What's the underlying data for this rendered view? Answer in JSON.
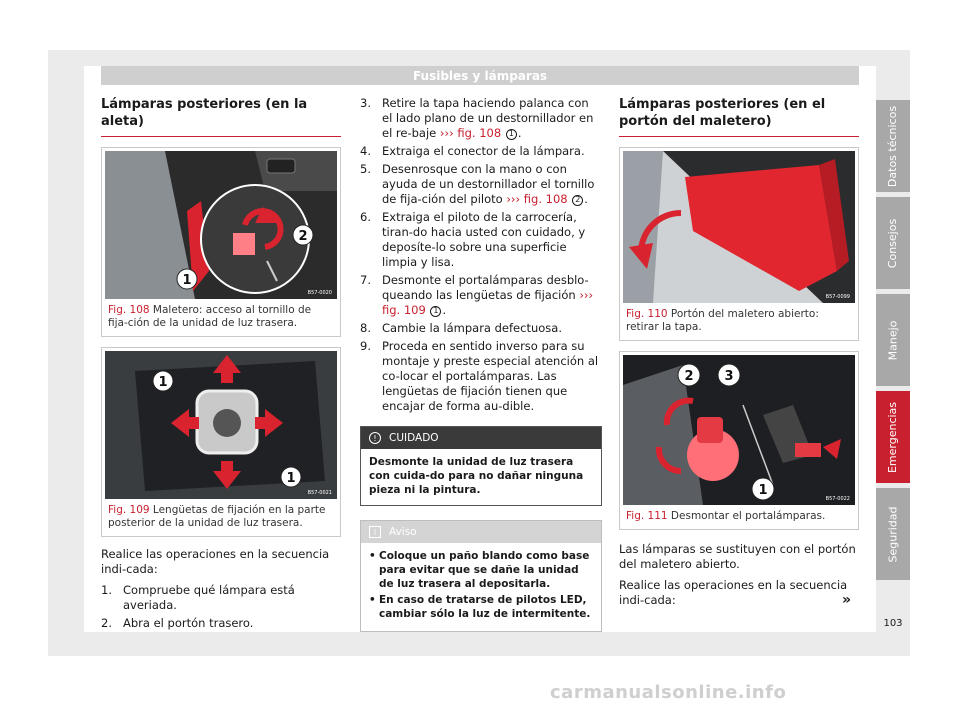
{
  "header": {
    "title": "Fusibles y lámparas"
  },
  "col1": {
    "section_title": "Lámparas posteriores (en la aleta)",
    "fig108": {
      "code": "B57-0020",
      "num": "Fig. 108",
      "text": "Maletero: acceso al tornillo de fija-ción de la unidad de luz trasera.",
      "callouts": [
        "1",
        "2"
      ]
    },
    "fig109": {
      "code": "B57-0021",
      "num": "Fig. 109",
      "text": "Lengüetas de fijación en la parte posterior de la unidad de luz trasera.",
      "callouts": [
        "1",
        "1"
      ]
    },
    "intro": "Realice las operaciones en la secuencia indi-cada:",
    "steps": [
      {
        "n": "1.",
        "text": "Compruebe qué lámpara está averiada."
      },
      {
        "n": "2.",
        "text": "Abra el portón trasero."
      }
    ]
  },
  "col2": {
    "steps": [
      {
        "n": "3.",
        "pre": "Retire la tapa haciendo palanca con el lado plano de un destornillador en el re-baje",
        "ref": "››› fig. 108",
        "callout": "1",
        "post": "."
      },
      {
        "n": "4.",
        "pre": "Extraiga el conector de la lámpara.",
        "ref": "",
        "callout": "",
        "post": ""
      },
      {
        "n": "5.",
        "pre": "Desenrosque con la mano o con ayuda de un destornillador el tornillo de fija-ción del piloto",
        "ref": "››› fig. 108",
        "callout": "2",
        "post": "."
      },
      {
        "n": "6.",
        "pre": "Extraiga el piloto de la carrocería, tiran-do hacia usted con cuidado, y deposíte-lo sobre una superficie limpia y lisa.",
        "ref": "",
        "callout": "",
        "post": ""
      },
      {
        "n": "7.",
        "pre": "Desmonte el portalámparas desblo-queando las lengüetas de fijación",
        "ref": "››› fig. 109",
        "callout": "1",
        "post": "."
      },
      {
        "n": "8.",
        "pre": "Cambie la lámpara defectuosa.",
        "ref": "",
        "callout": "",
        "post": ""
      },
      {
        "n": "9.",
        "pre": "Proceda en sentido inverso para su montaje y preste especial atención al co-locar el portalámparas. Las lengüetas de fijación tienen que encajar de forma au-dible.",
        "ref": "",
        "callout": "",
        "post": ""
      }
    ],
    "caution": {
      "label": "CUIDADO",
      "icon": "!",
      "text": "Desmonte la unidad de luz trasera con cuida-do para no dañar ninguna pieza ni la pintura."
    },
    "note": {
      "label": "Aviso",
      "icon": "i",
      "items": [
        "Coloque un paño blando como base para evitar que se dañe la unidad de luz trasera al depositarla.",
        "En caso de tratarse de pilotos LED, cambiar sólo la luz de intermitente."
      ]
    }
  },
  "col3": {
    "section_title": "Lámparas posteriores (en el portón del maletero)",
    "fig110": {
      "code": "B57-0099",
      "num": "Fig. 110",
      "text": "Portón del maletero abierto: retirar la tapa."
    },
    "fig111": {
      "code": "B57-0022",
      "num": "Fig. 111",
      "text": "Desmontar el portalámparas.",
      "callouts": [
        "2",
        "3",
        "1"
      ]
    },
    "para1": "Las lámparas se sustituyen con el portón del maletero abierto.",
    "para2": "Realice las operaciones en la secuencia indi-cada:",
    "continue": "»"
  },
  "side_tabs": [
    {
      "label": "Datos técnicos",
      "active": false
    },
    {
      "label": "Consejos",
      "active": false
    },
    {
      "label": "Manejo",
      "active": false
    },
    {
      "label": "Emergencias",
      "active": true
    },
    {
      "label": "Seguridad",
      "active": false
    }
  ],
  "page_number": "103",
  "watermark": "carmanualsonline.info",
  "colors": {
    "accent": "#c8202f",
    "sidebar": "#a8a8a8",
    "header": "#cfcfcf"
  }
}
